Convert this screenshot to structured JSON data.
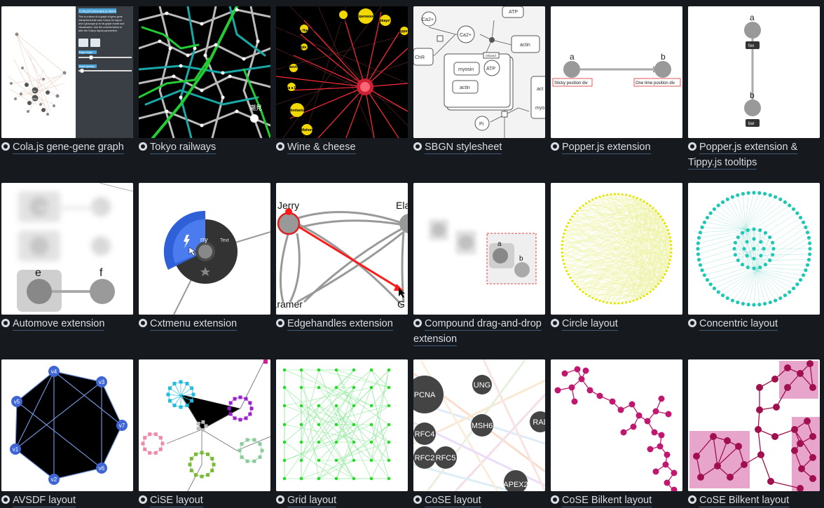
{
  "gallery": {
    "items": [
      {
        "title": "Cola.js gene-gene graph"
      },
      {
        "title": "Tokyo railways"
      },
      {
        "title": "Wine & cheese"
      },
      {
        "title": "SBGN stylesheet"
      },
      {
        "title": "Popper.js extension"
      },
      {
        "title": "Popper.js extension & Tippy.js tooltips"
      },
      {
        "title": "Automove extension"
      },
      {
        "title": "Cxtmenu extension"
      },
      {
        "title": "Edgehandles extension"
      },
      {
        "title": "Compound drag-and-drop extension"
      },
      {
        "title": "Circle layout"
      },
      {
        "title": "Concentric layout"
      },
      {
        "title": "AVSDF layout"
      },
      {
        "title": "CiSE layout"
      },
      {
        "title": "Grid layout"
      },
      {
        "title": "CoSE layout"
      },
      {
        "title": "CoSE Bilkent layout"
      },
      {
        "title": "CoSE Bilkent layout"
      }
    ]
  },
  "thumbs": {
    "cola": {
      "panel_title": "Cola.js/Cytoscape.js demo",
      "panel_text": [
        "This is a demo of a graph of gene-gene",
        "interactions that uses Cola.js for layout",
        "and Cytoscape.js for its graph model and",
        "visualisation. Use the controls below to",
        "alter the Cola.js layout parameters."
      ],
      "edge_length_label": "Edge length",
      "node_spacing_label": "Node spacing",
      "node_labels": [
        "Irwe",
        "Pabe"
      ]
    },
    "tokyo": {
      "station_label": "潮見"
    },
    "wine": {
      "cheeses": [
        "Cheddar",
        "Spenwood",
        "Vacherin du Haut-Doubs",
        "Abbaye's Plus",
        "Appe",
        "Triple Crème",
        "Thomasville Tomme",
        "Robiola a Due Latti",
        "Montasio",
        "Mahon"
      ]
    },
    "sbgn": {
      "labels": [
        "ATP",
        "Ca2+",
        "Ca2+",
        "actin",
        "ChR",
        "myosin",
        "ATP",
        "actin",
        "Pi",
        "act",
        "myo",
        "relaxed"
      ]
    },
    "popper": {
      "node_a": "a",
      "node_b": "b",
      "tip_a": "Sticky position div",
      "tip_b": "One time position div"
    },
    "tippy": {
      "node_a": "a",
      "node_b": "b",
      "tip_a": "foo",
      "tip_b": "bar"
    },
    "automove": {
      "node_e": "e",
      "node_f": "f"
    },
    "cxtmenu": {
      "node_label": "rry",
      "menu_text": "Text"
    },
    "edgehandles": {
      "labels": [
        "Jerry",
        "Ela",
        "Kramer",
        "G"
      ]
    },
    "compound": {
      "node_a": "a",
      "node_b": "b"
    },
    "avsdf": {
      "nodes": [
        "v4",
        "v3",
        "v5",
        "v7",
        "v1",
        "v6",
        "v2"
      ]
    },
    "cose": {
      "nodes": [
        "PCNA",
        "UNG",
        "MSH6",
        "RAD",
        "RFC4",
        "RFC2",
        "RFC5",
        "APEX2"
      ]
    }
  },
  "colors": {
    "background": "#161a1f",
    "caption": "#d7dde3",
    "underline": "#3f5b78"
  }
}
